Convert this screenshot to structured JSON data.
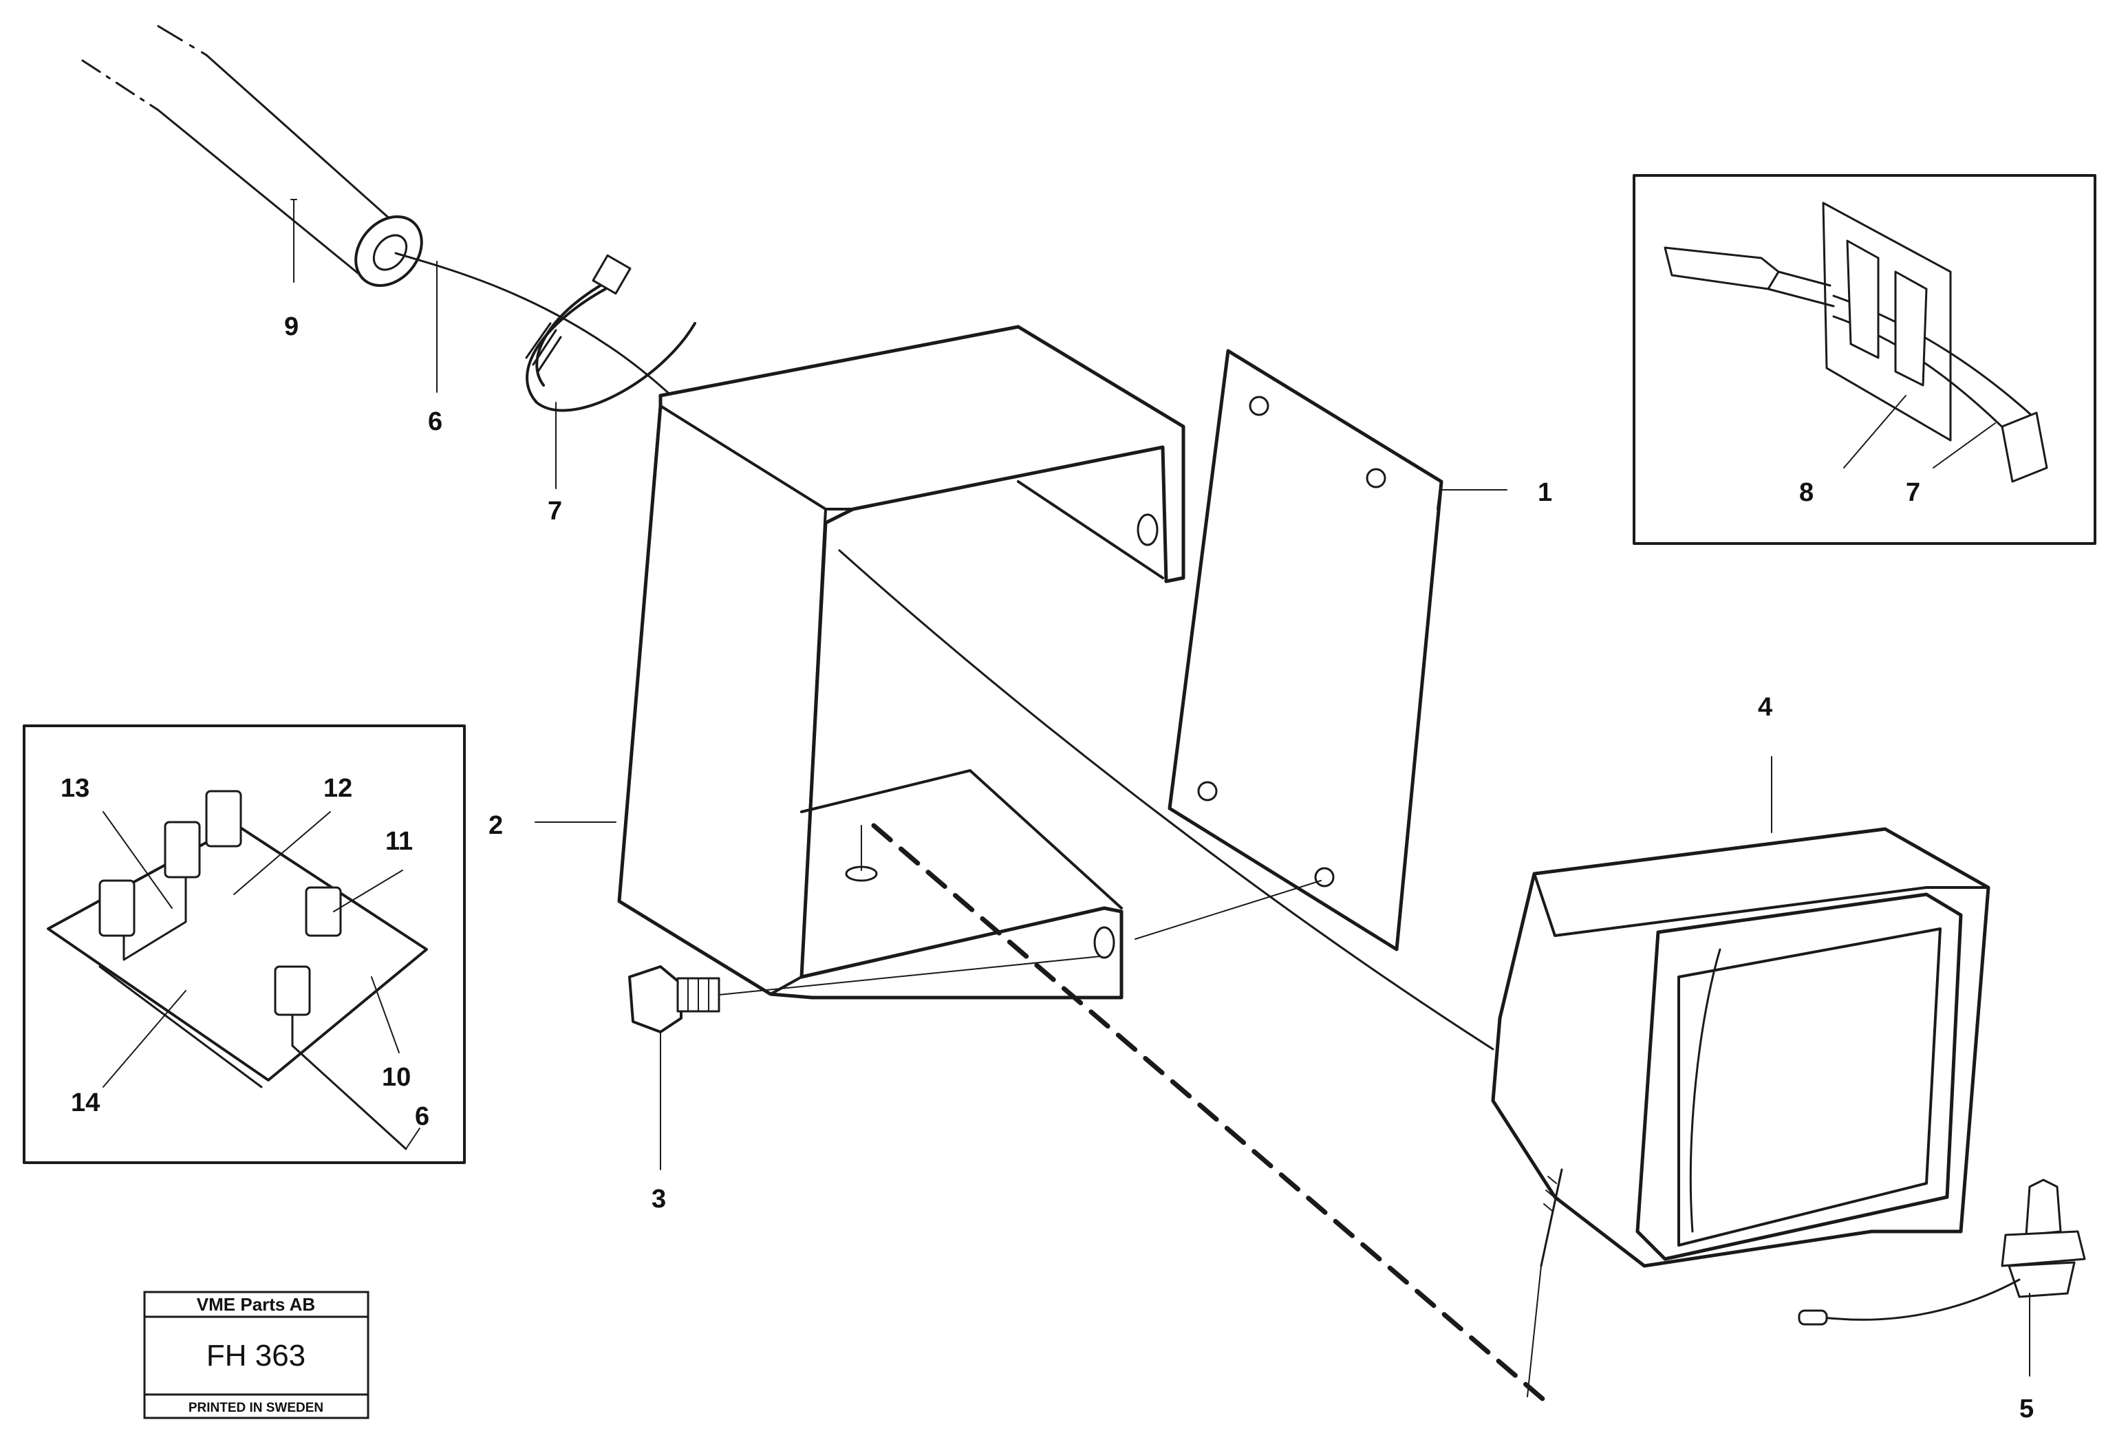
{
  "diagram": {
    "type": "exploded parts view",
    "callouts": {
      "c1": "1",
      "c2": "2",
      "c3": "3",
      "c4": "4",
      "c5": "5",
      "c6a": "6",
      "c6b": "6",
      "c7a": "7",
      "c7b": "7",
      "c8": "8",
      "c9": "9",
      "c10": "10",
      "c11": "11",
      "c12": "12",
      "c13": "13",
      "c14": "14"
    }
  },
  "title_block": {
    "company": "VME Parts AB",
    "code": "FH 363",
    "printed": "PRINTED IN SWEDEN"
  }
}
